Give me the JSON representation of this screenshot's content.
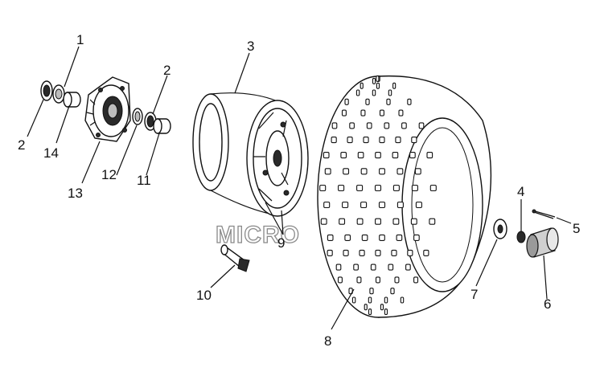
{
  "callouts": {
    "c1": "1",
    "c2a": "2",
    "c2b": "2",
    "c3": "3",
    "c4": "4",
    "c5": "5",
    "c6": "6",
    "c7": "7",
    "c8": "8",
    "c9": "9",
    "c10": "10",
    "c11": "11",
    "c12": "12",
    "c13": "13",
    "c14": "14"
  },
  "watermark": {
    "line1": "MICRO"
  }
}
